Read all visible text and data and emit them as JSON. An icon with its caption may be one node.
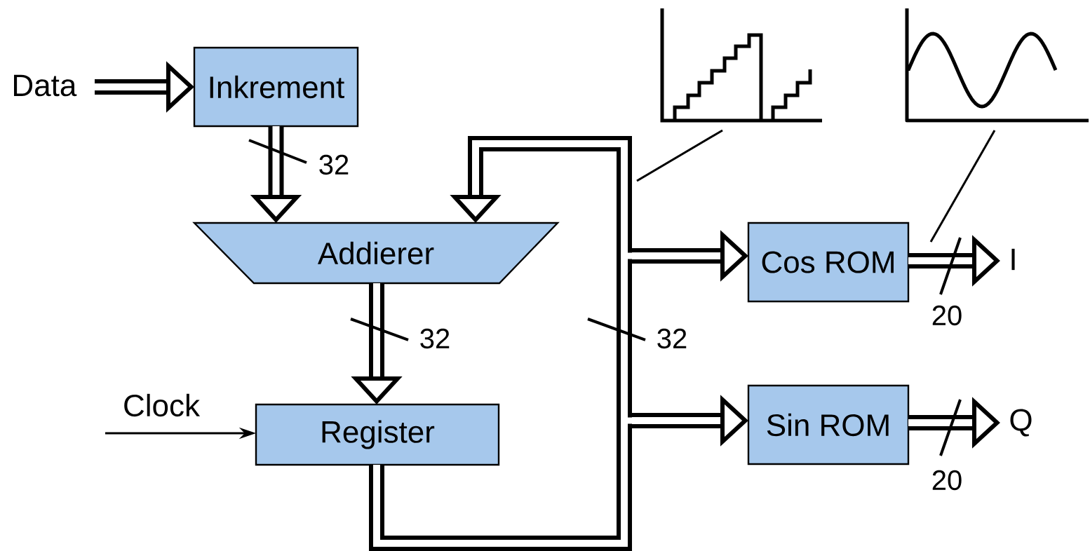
{
  "diagram": {
    "nodes": [
      {
        "text": [
          "Data"
        ]
      },
      {
        "text": [
          "Inkrement"
        ]
      },
      {
        "text": [
          "Addierer"
        ]
      },
      {
        "text": [
          "Clock"
        ]
      },
      {
        "text": [
          "Register"
        ]
      },
      {
        "text": [
          "Cos ROM"
        ]
      },
      {
        "text": [
          "Sin ROM"
        ]
      },
      {
        "text": [
          "I"
        ]
      },
      {
        "text": [
          "Q"
        ]
      },
      {
        "text": [],
        "shape": "picture"
      },
      {
        "text": [],
        "shape": "picture"
      }
    ],
    "edges": [
      {
        "from": 0,
        "to": 1,
        "arrow": "to"
      },
      {
        "from": 1,
        "to": 2,
        "arrow": "to",
        "label": "32"
      },
      {
        "from": 2,
        "to": 4,
        "arrow": "to",
        "label": "32"
      },
      {
        "from": 4,
        "to": 2,
        "arrow": "to",
        "label": "32"
      },
      {
        "from": 4,
        "to": 5,
        "arrow": "to"
      },
      {
        "from": 4,
        "to": 6,
        "arrow": "to"
      },
      {
        "from": 3,
        "to": 4,
        "arrow": "to"
      },
      {
        "from": 5,
        "to": 7,
        "arrow": "to",
        "label": "20"
      },
      {
        "from": 6,
        "to": 8,
        "arrow": "to",
        "label": "20"
      },
      {
        "from": 9,
        "to": null,
        "arrow": "none"
      },
      {
        "from": 10,
        "to": null,
        "arrow": "none"
      }
    ]
  }
}
